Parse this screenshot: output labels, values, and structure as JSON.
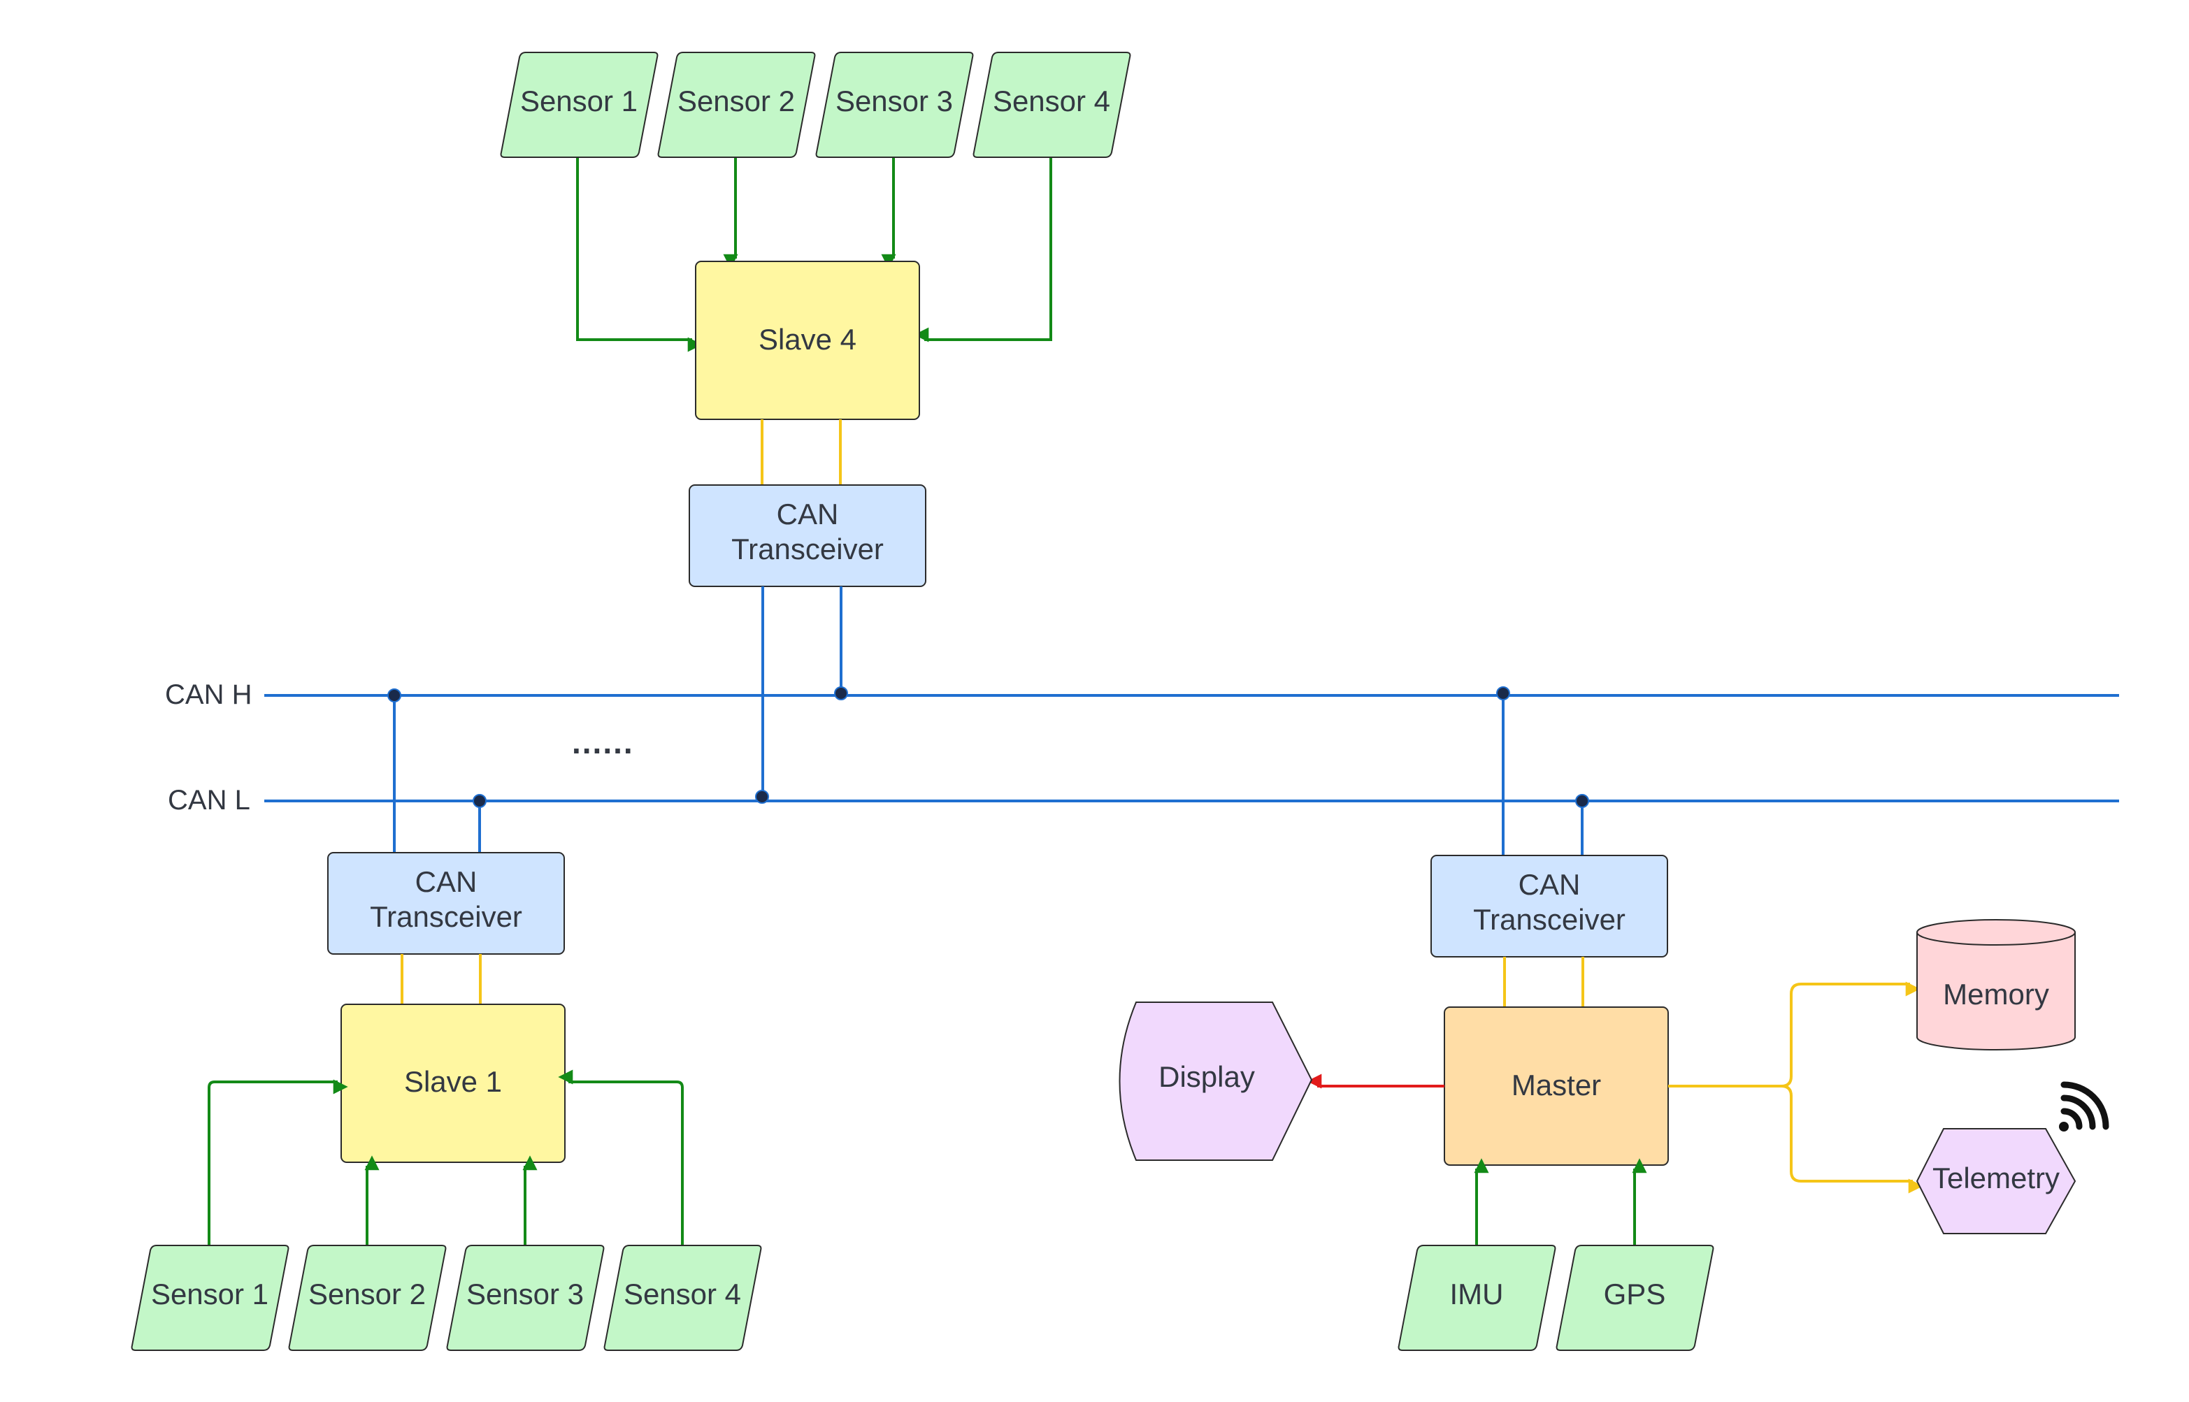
{
  "bus": {
    "can_h_label": "CAN H",
    "can_l_label": "CAN L",
    "ellipsis": "......"
  },
  "slave4": {
    "title": "Slave 4",
    "transceiver": [
      "CAN",
      "Transceiver"
    ],
    "sensors": [
      "Sensor 1",
      "Sensor 2",
      "Sensor 3",
      "Sensor 4"
    ]
  },
  "slave1": {
    "title": "Slave 1",
    "transceiver": [
      "CAN",
      "Transceiver"
    ],
    "sensors": [
      "Sensor 1",
      "Sensor 2",
      "Sensor 3",
      "Sensor 4"
    ]
  },
  "master": {
    "title": "Master",
    "transceiver": [
      "CAN",
      "Transceiver"
    ],
    "inputs": [
      "IMU",
      "GPS"
    ],
    "display": "Display",
    "memory": "Memory",
    "telemetry": "Telemetry"
  },
  "colors": {
    "sensor_fill": "#c3f7c8",
    "slave_fill": "#fff7a1",
    "transceiver_fill": "#cfe4ff",
    "master_fill": "#ffdda6",
    "display_fill": "#f1d9fd",
    "memory_fill": "#ffd6d9",
    "bus_line": "#1f6fd0",
    "sensor_arrow": "#138a17",
    "power_line": "#f5c518",
    "display_arrow": "#e21b1b"
  }
}
